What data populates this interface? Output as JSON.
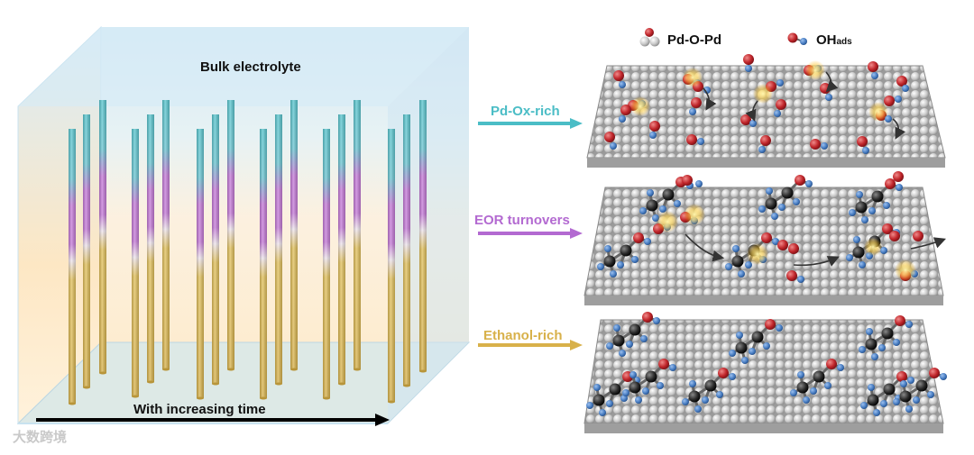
{
  "left_panel": {
    "bulk_label": "Bulk electrolyte",
    "time_label": "With increasing time"
  },
  "right_panel": {
    "legend": {
      "pdopd_label": "Pd-O-Pd",
      "oh_label": "OH",
      "oh_subscript": "ads"
    },
    "stages": [
      {
        "label": "Pd-Ox-rich",
        "color": "#4bbdc6"
      },
      {
        "label": "EOR turnovers",
        "color": "#b36ad1"
      },
      {
        "label": "Ethanol-rich",
        "color": "#d8b14a"
      }
    ]
  },
  "colors": {
    "gold": "#e2c15c",
    "purple": "#c57ad8",
    "cyan": "#58c6cf",
    "pd_atom": "#cfcfcf",
    "oxygen": "#c0262b",
    "hydrogen": "#4a7fc4",
    "carbon": "#2a2a2a"
  },
  "watermark": "大数跨境"
}
